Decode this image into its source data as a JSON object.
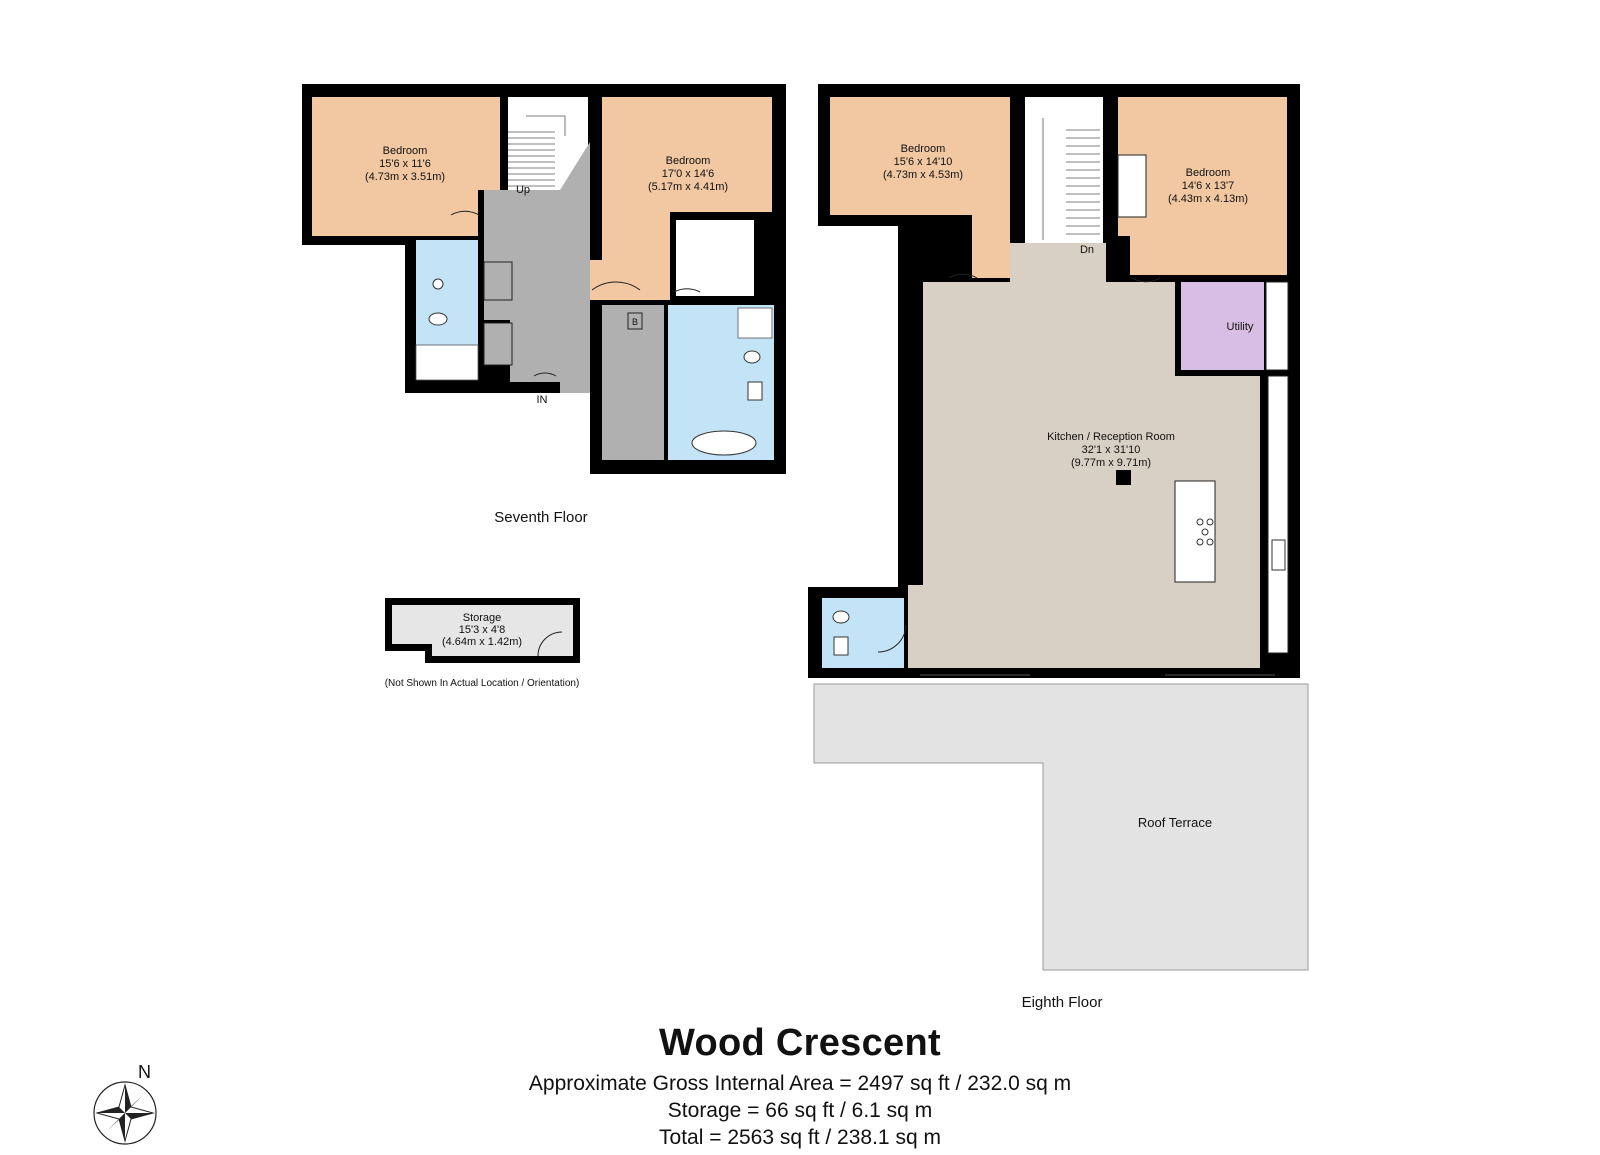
{
  "colors": {
    "bedroom": "#f2c8a2",
    "hall": "#b0b0b0",
    "bath": "#c3e4f6",
    "reception": "#d8cfc5",
    "utility": "#d8bde4",
    "terrace": "#e3e3e3",
    "storage": "#e6e6e6",
    "wall": "#000000"
  },
  "seventh_floor": {
    "label": "Seventh Floor",
    "bedroom_west": {
      "name": "Bedroom",
      "imperial": "15'6 x 11'6",
      "metric": "(4.73m x 3.51m)"
    },
    "bedroom_east": {
      "name": "Bedroom",
      "imperial": "17'0 x 14'6",
      "metric": "(5.17m x 4.41m)"
    },
    "stair_label": "Up",
    "entrance_label": "IN",
    "boiler_label": "B"
  },
  "storage": {
    "name": "Storage",
    "imperial": "15'3 x 4'8",
    "metric": "(4.64m x 1.42m)",
    "note": "(Not Shown In Actual Location / Orientation)"
  },
  "eighth_floor": {
    "label": "Eighth Floor",
    "bedroom_west": {
      "name": "Bedroom",
      "imperial": "15'6 x 14'10",
      "metric": "(4.73m x 4.53m)"
    },
    "bedroom_east": {
      "name": "Bedroom",
      "imperial": "14'6 x 13'7",
      "metric": "(4.43m x 4.13m)"
    },
    "stair_label": "Dn",
    "utility_label": "Utility",
    "kitchen": {
      "name": "Kitchen / Reception Room",
      "imperial": "32'1 x 31'10",
      "metric": "(9.77m x 9.71m)"
    },
    "terrace_label": "Roof Terrace"
  },
  "compass_label": "N",
  "title": "Wood Crescent",
  "areas": {
    "gross": "Approximate Gross Internal Area = 2497 sq ft / 232.0 sq m",
    "storage": "Storage = 66 sq ft / 6.1 sq m",
    "total": "Total = 2563 sq ft / 238.1 sq m"
  }
}
